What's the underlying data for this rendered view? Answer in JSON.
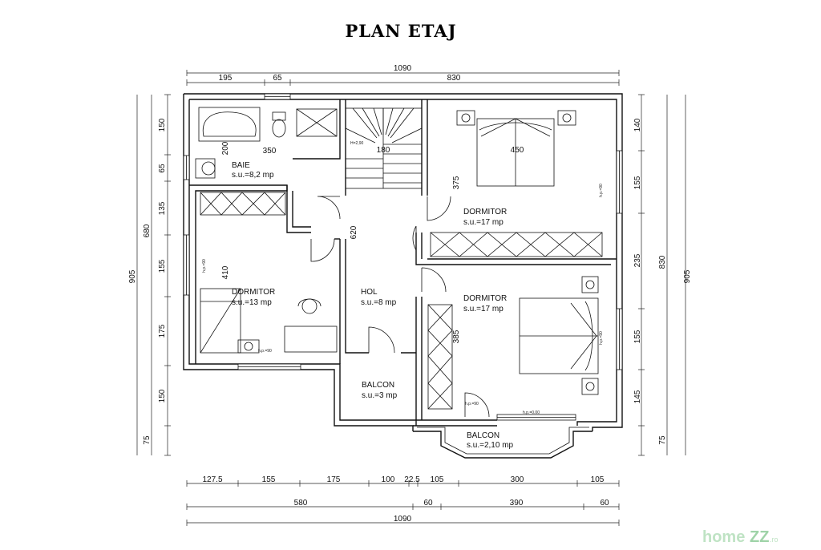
{
  "title": "PLAN ETAJ",
  "top_dims": {
    "overall": "1090",
    "parts": [
      "195",
      "65",
      "830"
    ]
  },
  "bottom_dims": {
    "row1": [
      "127.5",
      "155",
      "175",
      "100",
      "22.5",
      "105",
      "300",
      "105"
    ],
    "row2": [
      "580",
      "60",
      "390",
      "60"
    ],
    "overall": "1090"
  },
  "left_dims": {
    "segments": [
      "150",
      "65",
      "135",
      "155",
      "175",
      "150",
      "75"
    ],
    "mid": "680",
    "overall": "905"
  },
  "right_dims": {
    "segments": [
      "140",
      "155",
      "235",
      "155",
      "145",
      "75"
    ],
    "mid": "830",
    "overall": "905"
  },
  "interior_dims": [
    "350",
    "200",
    "180",
    "450",
    "375",
    "620",
    "410",
    "385"
  ],
  "rooms": [
    {
      "name": "BAIE",
      "area": "s.u.=8,2 mp"
    },
    {
      "name": "DORMITOR",
      "area": "s.u.=13 mp"
    },
    {
      "name": "HOL",
      "area": "s.u.=8 mp"
    },
    {
      "name": "DORMITOR",
      "area": "s.u.=17 mp"
    },
    {
      "name": "DORMITOR",
      "area": "s.u.=17 mp"
    },
    {
      "name": "BALCON",
      "area": "s.u.=3 mp"
    },
    {
      "name": "BALCON",
      "area": "s.u.=2,10 mp"
    }
  ],
  "window_notes": [
    "h.p.=90",
    "h.p.=90",
    "h.p.=90",
    "h.p.=0.00",
    "h.p.=90",
    "h.p.=90"
  ],
  "stair_note": "H=2,90",
  "watermark": {
    "home": "home",
    "zz": "ZZ",
    "ro": ".ro"
  }
}
